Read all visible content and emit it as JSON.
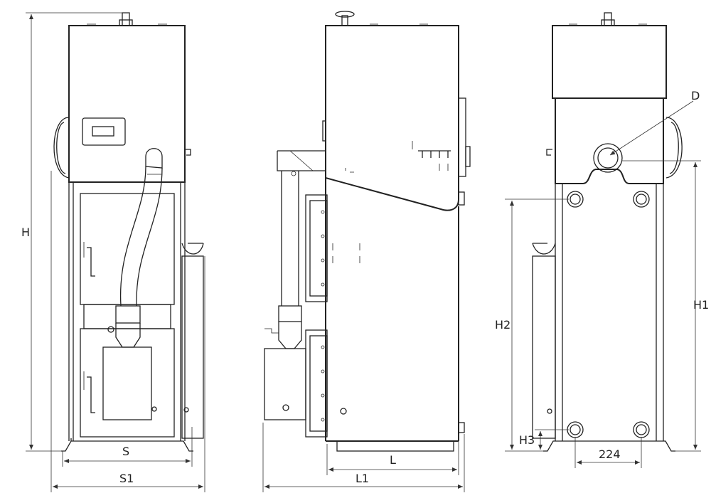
{
  "labels": {
    "h": "H",
    "s": "S",
    "s1": "S1",
    "l": "L",
    "l1": "L1",
    "d": "D",
    "h1": "H1",
    "h2": "H2",
    "h3": "H3",
    "dim_224": "224"
  }
}
